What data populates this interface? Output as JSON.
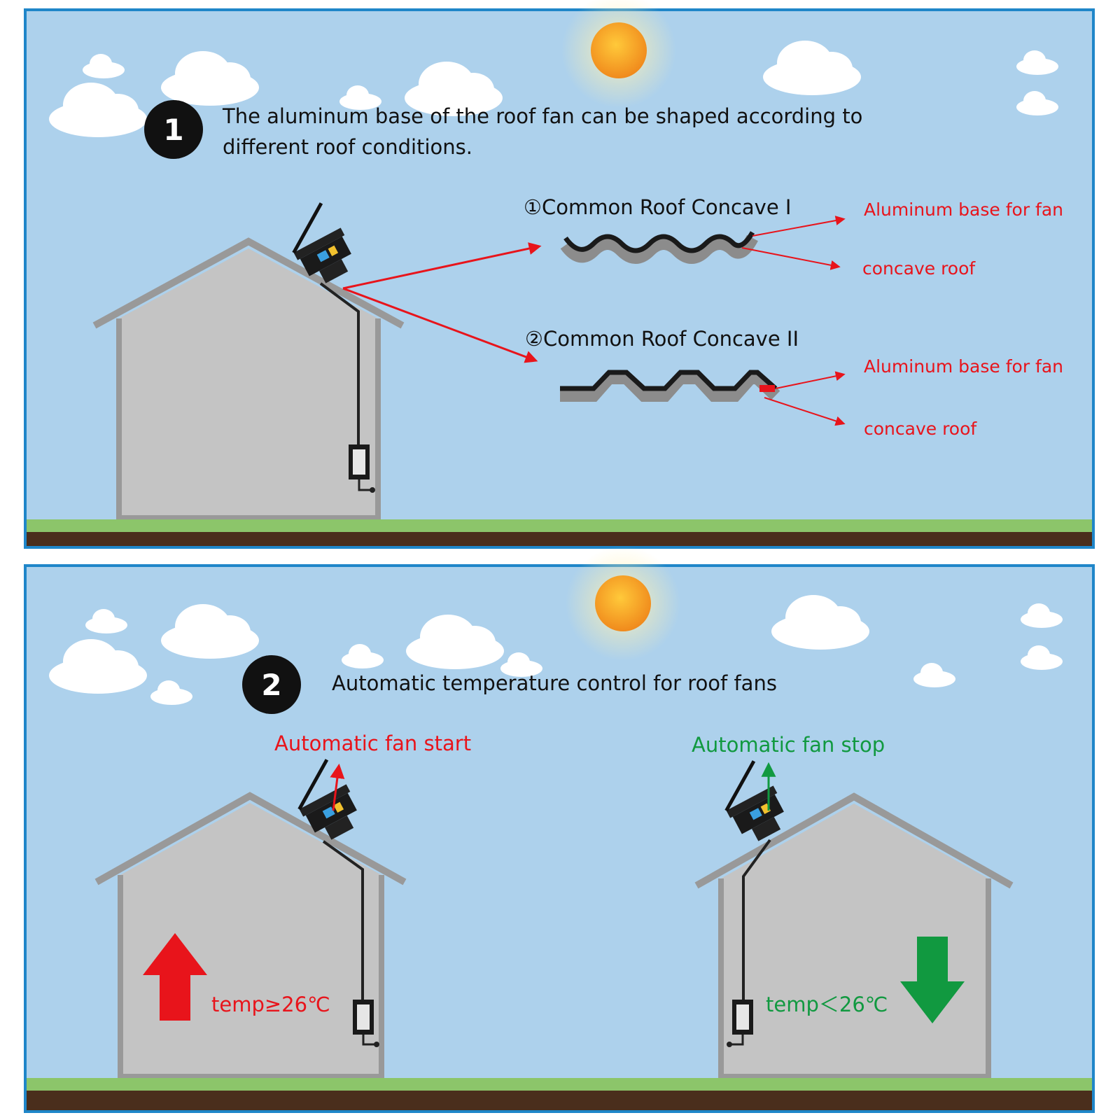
{
  "panel1": {
    "step_number": "1",
    "title_line1": "The aluminum base of the roof fan can be shaped according to",
    "title_line2": "different roof conditions.",
    "roof1": {
      "label": "①Common Roof Concave I",
      "callout_top": "Aluminum base for fan",
      "callout_bottom": "concave roof"
    },
    "roof2": {
      "label": "②Common Roof Concave II",
      "callout_top": "Aluminum base for fan",
      "callout_bottom": "concave roof"
    }
  },
  "panel2": {
    "step_number": "2",
    "title": "Automatic temperature control for roof fans",
    "fan_start": "Automatic fan start",
    "fan_stop": "Automatic fan stop",
    "temp_high": "temp≥26℃",
    "temp_low": "temp＜26℃"
  },
  "colors": {
    "sky": "#add1ec",
    "border": "#1f86c9",
    "house": "#c4c4c4",
    "roof_outline": "#999999",
    "grass": "#8cc56a",
    "soil": "#4a2e1c",
    "sun": "#f5a023",
    "red": "#e8141b",
    "green": "#119940",
    "badge": "#111111"
  },
  "icons": [
    "sun-icon",
    "cloud-icon",
    "solar-fan-icon",
    "controller-box-icon",
    "arrow-up-icon",
    "arrow-down-icon"
  ]
}
